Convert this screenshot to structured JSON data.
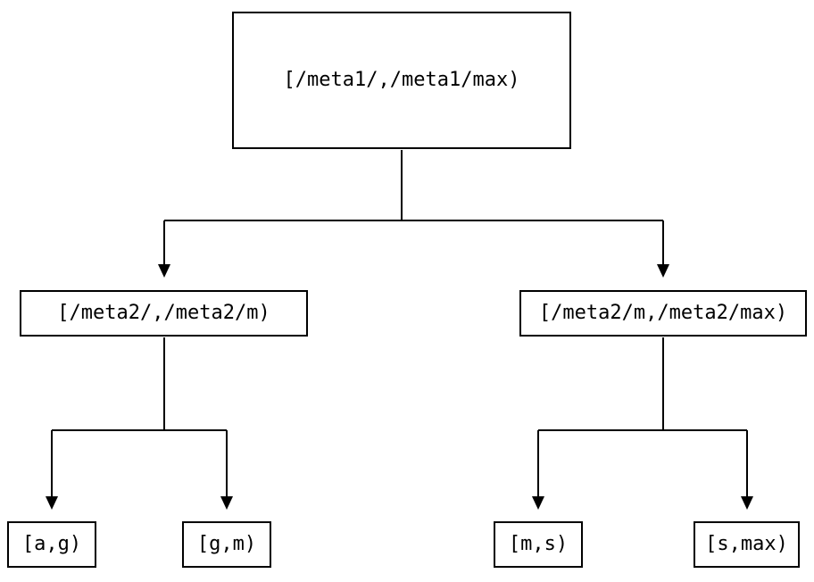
{
  "diagram": {
    "type": "tree",
    "colors": {
      "line": "#000000",
      "node_border": "#000000",
      "node_background": "#ffffff",
      "text": "#000000",
      "page_background": "#ffffff"
    },
    "nodes": {
      "root": {
        "label": "[/meta1/,/meta1/max)"
      },
      "left": {
        "label": "[/meta2/,/meta2/m)"
      },
      "right": {
        "label": "[/meta2/m,/meta2/max)"
      },
      "leaf_ag": {
        "label": "[a,g)"
      },
      "leaf_gm": {
        "label": "[g,m)"
      },
      "leaf_ms": {
        "label": "[m,s)"
      },
      "leaf_smax": {
        "label": "[s,max)"
      }
    },
    "edges": [
      {
        "from": "root",
        "to": "left"
      },
      {
        "from": "root",
        "to": "right"
      },
      {
        "from": "left",
        "to": "leaf_ag"
      },
      {
        "from": "left",
        "to": "leaf_gm"
      },
      {
        "from": "right",
        "to": "leaf_ms"
      },
      {
        "from": "right",
        "to": "leaf_smax"
      }
    ]
  }
}
